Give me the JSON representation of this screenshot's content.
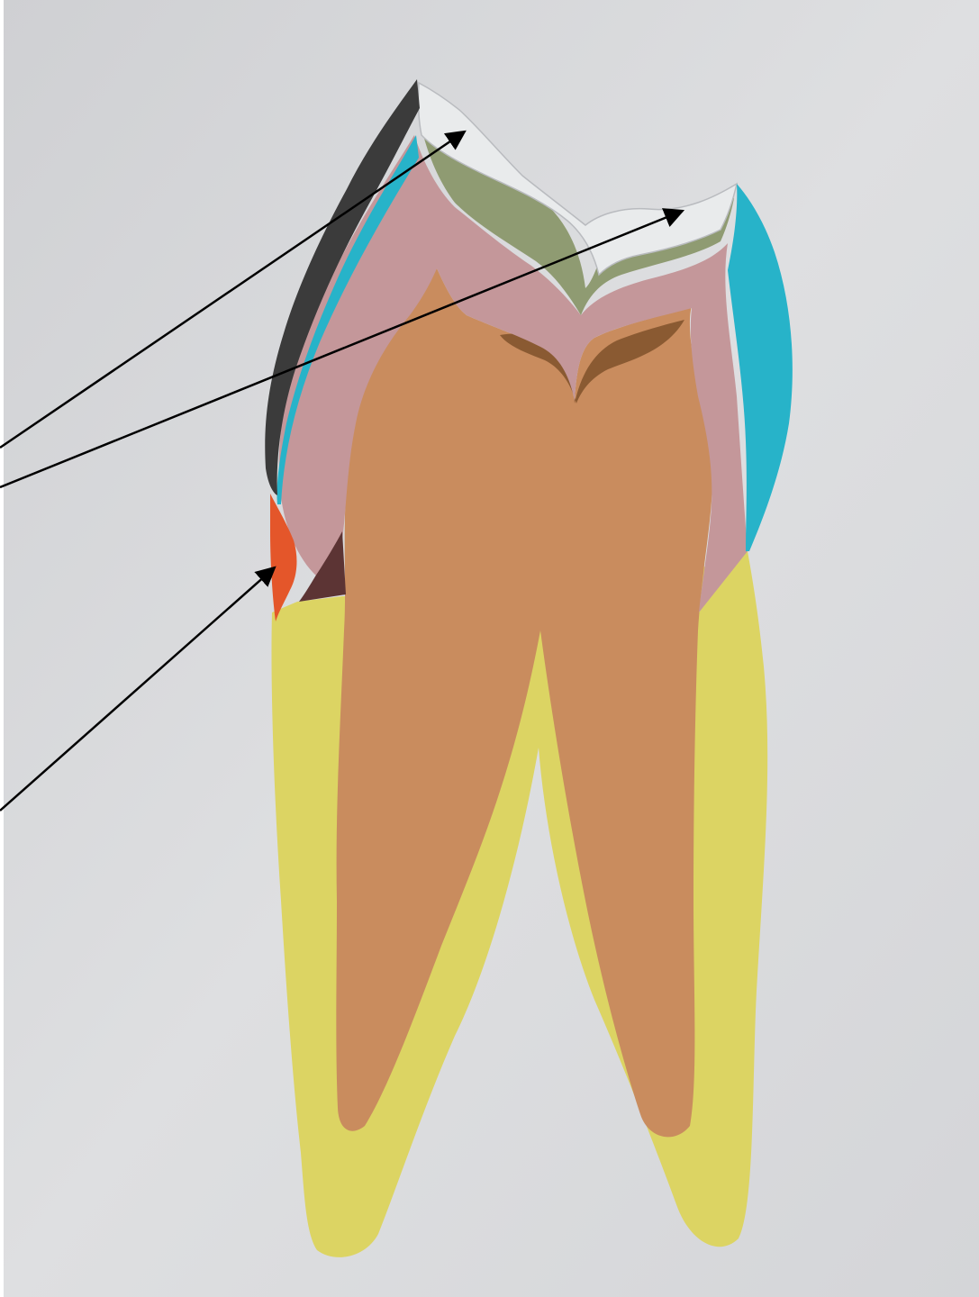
{
  "figure": {
    "colors": {
      "background": "#d9dadc",
      "outer_layer_dark": "#3b3b3b",
      "enamel_cyan": "#27b3c9",
      "dentin_pink": "#c4979a",
      "occlusal_green": "#8f9b72",
      "enamel_surface_white": "#e9ebec",
      "pulp_tan": "#c98c5e",
      "pulp_horn_brown": "#8a5a32",
      "cementum_yellow": "#dcd463",
      "gingiva_orange": "#e4562a",
      "root_trunk_maroon": "#5c3434",
      "leader_line": "#000000"
    },
    "pointers": [
      {
        "target": "occlusal-surface-left-cusp"
      },
      {
        "target": "occlusal-surface-right-cusp"
      },
      {
        "target": "orange-cervical-layer"
      }
    ]
  }
}
